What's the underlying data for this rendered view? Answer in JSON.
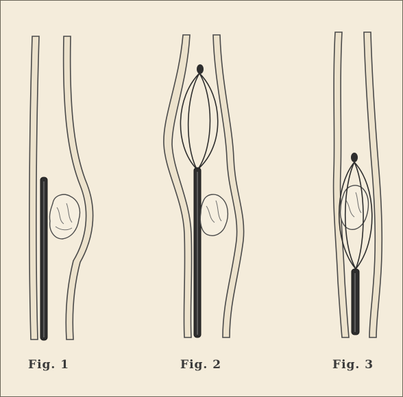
{
  "figures": [
    {
      "caption": "Fig. 1"
    },
    {
      "caption": "Fig. 2"
    },
    {
      "caption": "Fig. 3"
    }
  ],
  "colors": {
    "paper": "#f4ecdb",
    "ink": "#3a3a3a",
    "wall_fill": "#ece2cc"
  }
}
